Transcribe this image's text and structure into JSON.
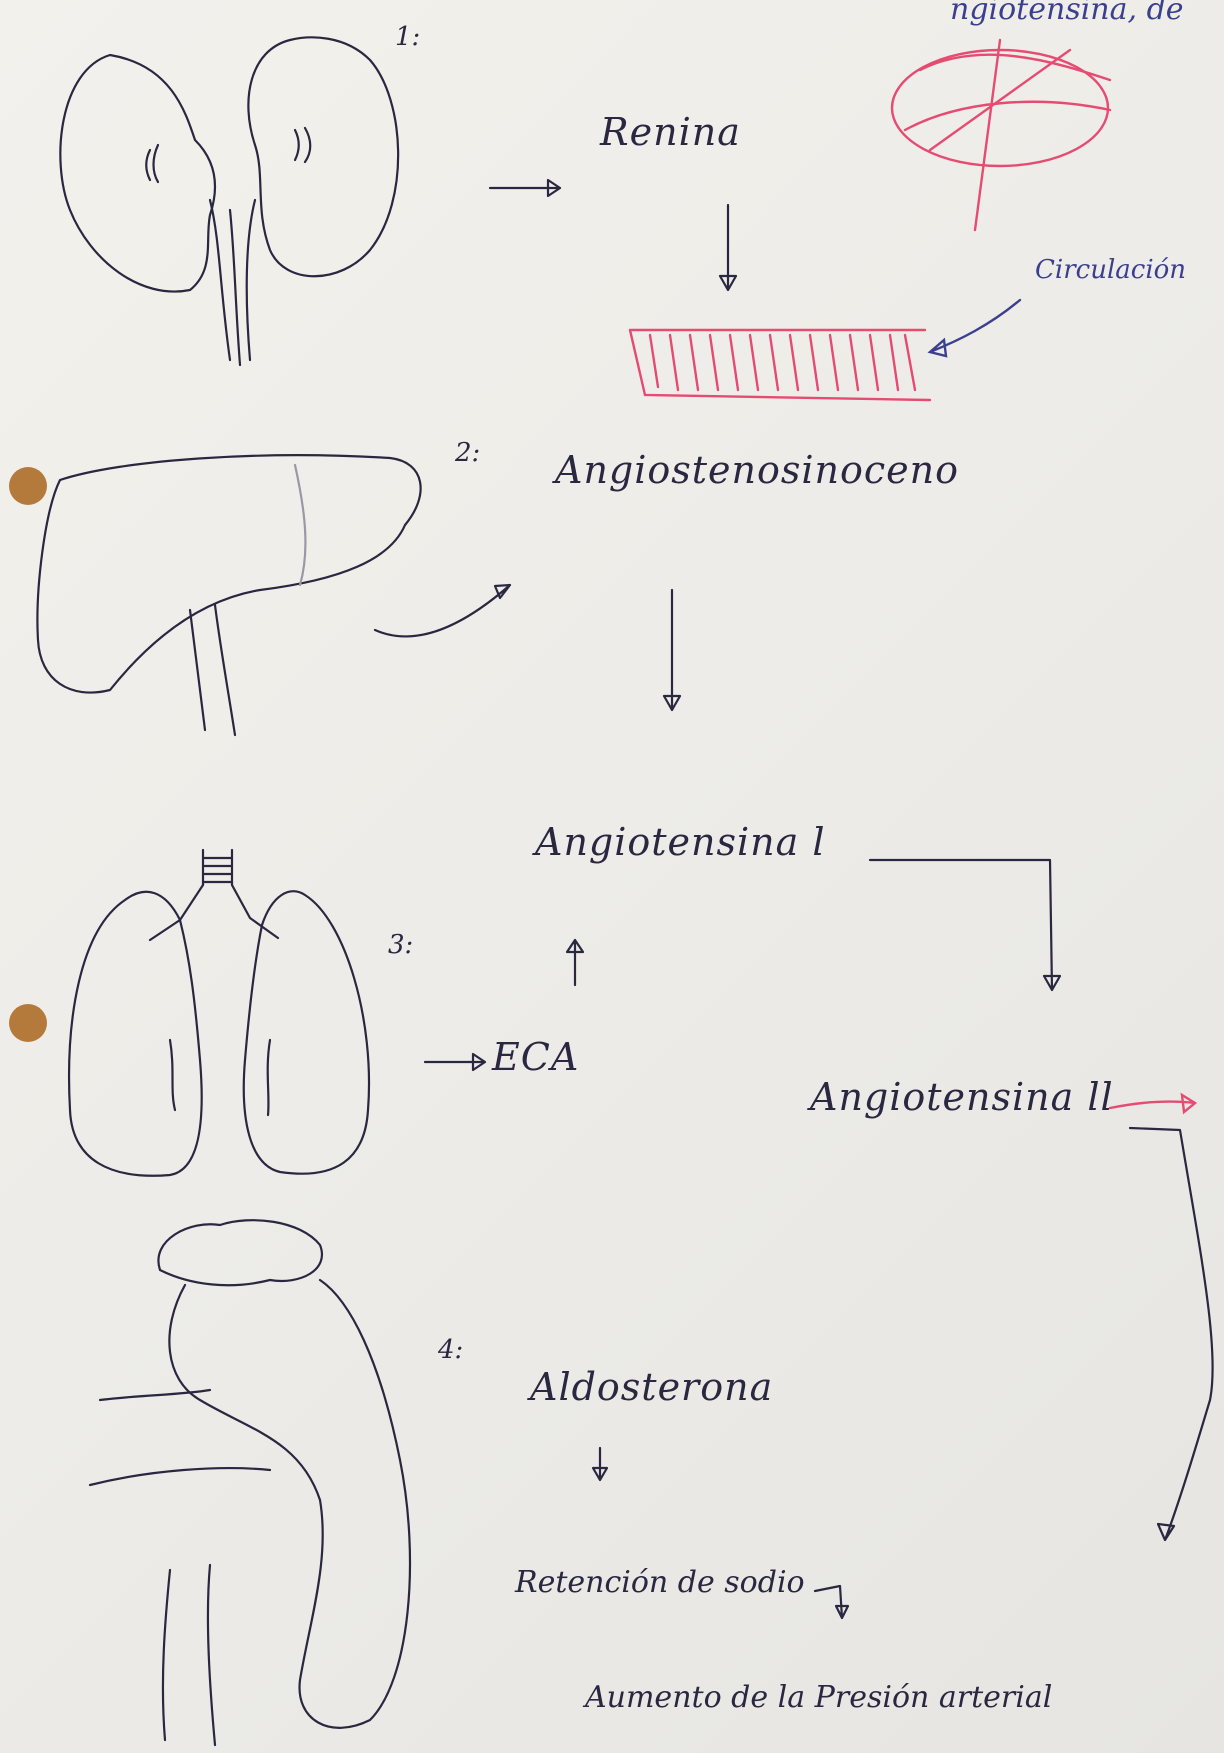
{
  "steps": {
    "s1": {
      "num": "1:",
      "label": "Renina"
    },
    "s2": {
      "num": "2:",
      "label": "Angiostenosinoceno"
    },
    "s3": {
      "num": "3:",
      "label": "Angiotensina l",
      "eca": "ECA"
    },
    "s3b": {
      "label": "Angiotensina ll"
    },
    "s4": {
      "num": "4:",
      "label": "Aldosterona",
      "retention": "Retención de sodio",
      "result": "Aumento de la Presión arterial"
    }
  },
  "annotations": {
    "circulacion": "Circulación",
    "top_cut": "ngiotensina, de"
  },
  "colors": {
    "ink": "#2a2740",
    "pink": "#e64b72",
    "blue": "#3b3f8f",
    "punch": "#b47a3c"
  }
}
